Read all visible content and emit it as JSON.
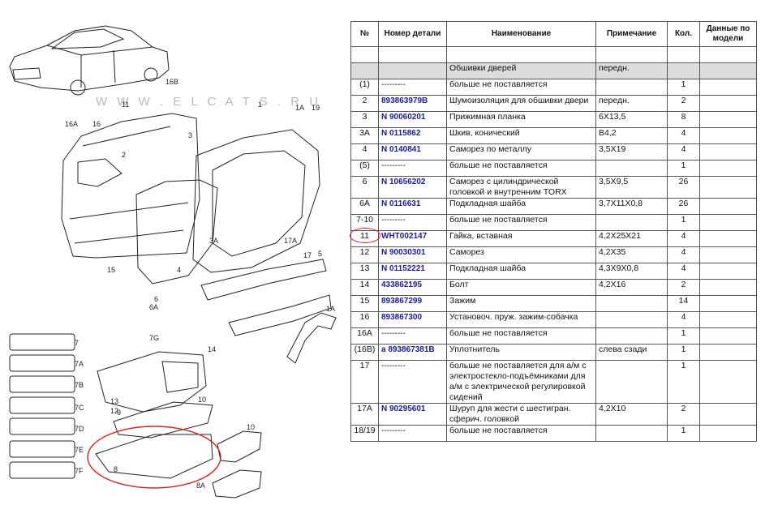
{
  "watermark": "W W W . E L C A T S . R U",
  "diagram_labels": [
    "16B",
    "11",
    "1",
    "1A",
    "19",
    "16A",
    "16",
    "2",
    "3",
    "4",
    "3A",
    "17A",
    "17",
    "5",
    "15",
    "6",
    "6A",
    "1A",
    "7",
    "7A",
    "7B",
    "7C",
    "7D",
    "7E",
    "7F",
    "7G",
    "14",
    "13",
    "12",
    "9",
    "10",
    "10",
    "8",
    "8A"
  ],
  "table": {
    "headers": [
      "№",
      "Номер детали",
      "Наименование",
      "Примечание",
      "Кол.",
      "Данные по модели"
    ],
    "rows": [
      {
        "no": "",
        "pn": "",
        "name": "",
        "note": "",
        "qty": "",
        "model": ""
      },
      {
        "no": "",
        "pn": "",
        "name": "Обшивки дверей",
        "note": "передн.",
        "qty": "",
        "model": "",
        "header": true
      },
      {
        "no": "(1)",
        "pn": "---------",
        "name": "больше не поставляется",
        "note": "",
        "qty": "1",
        "model": ""
      },
      {
        "no": "2",
        "pn": "893863979B",
        "name": "Шумоизоляция для обшивки двери",
        "note": "передн.",
        "qty": "2",
        "model": ""
      },
      {
        "no": "3",
        "pn": "N 90060201",
        "name": "Прижимная планка",
        "note": "6X13,5",
        "qty": "8",
        "model": ""
      },
      {
        "no": "3A",
        "pn": "N 0115862",
        "name": "Шкив, конический",
        "note": "B4,2",
        "qty": "4",
        "model": ""
      },
      {
        "no": "4",
        "pn": "N 0140841",
        "name": "Саморез по металлу",
        "note": "3,5X19",
        "qty": "4",
        "model": ""
      },
      {
        "no": "(5)",
        "pn": "---------",
        "name": "больше не поставляется",
        "note": "",
        "qty": "1",
        "model": ""
      },
      {
        "no": "6",
        "pn": "N 10656202",
        "name": "Саморез с цилиндрической головкой и внутренним TORX",
        "note": "3,5X9,5",
        "qty": "26",
        "model": ""
      },
      {
        "no": "6A",
        "pn": "N 0116631",
        "name": "Подкладная шайба",
        "note": "3,7X11X0,8",
        "qty": "26",
        "model": ""
      },
      {
        "no": "7-10",
        "pn": "---------",
        "name": "больше не поставляется",
        "note": "",
        "qty": "1",
        "model": ""
      },
      {
        "no": "11",
        "pn": "WHT002147",
        "name": "Гайка, вставная",
        "note": "4,2X25X21",
        "qty": "4",
        "model": ""
      },
      {
        "no": "12",
        "pn": "N 90030301",
        "name": "Саморез",
        "note": "4,2X35",
        "qty": "4",
        "model": ""
      },
      {
        "no": "13",
        "pn": "N 01152221",
        "name": "Подкладная шайба",
        "note": "4,3X9X0,8",
        "qty": "4",
        "model": ""
      },
      {
        "no": "14",
        "pn": "433862195",
        "name": "Болт",
        "note": "4,2X16",
        "qty": "2",
        "model": ""
      },
      {
        "no": "15",
        "pn": "893867299",
        "name": "Зажим",
        "note": "",
        "qty": "14",
        "model": ""
      },
      {
        "no": "16",
        "pn": "893867300",
        "name": "Установоч. пруж. зажим-собачка",
        "note": "",
        "qty": "4",
        "model": ""
      },
      {
        "no": "16A",
        "pn": "---------",
        "name": "больше не поставляется",
        "note": "",
        "qty": "1",
        "model": ""
      },
      {
        "no": "(16B)",
        "pn": "a 893867381B",
        "name": "Уплотнитель",
        "note": "слева сзади",
        "qty": "1",
        "model": ""
      },
      {
        "no": "17",
        "pn": "---------",
        "name": "больше не поставляется\nдля а/м с электростекло-подъёмниками\nдля а/м с электрической регулировкой сидений",
        "note": "",
        "qty": "1",
        "model": ""
      },
      {
        "no": "17A",
        "pn": "N 90295601",
        "name": "Шуруп для жести с шестигран. сферич. головкой",
        "note": "4,2X10",
        "qty": "2",
        "model": ""
      },
      {
        "no": "18/19",
        "pn": "---------",
        "name": "больше не поставляется",
        "note": "",
        "qty": "1",
        "model": ""
      }
    ]
  }
}
